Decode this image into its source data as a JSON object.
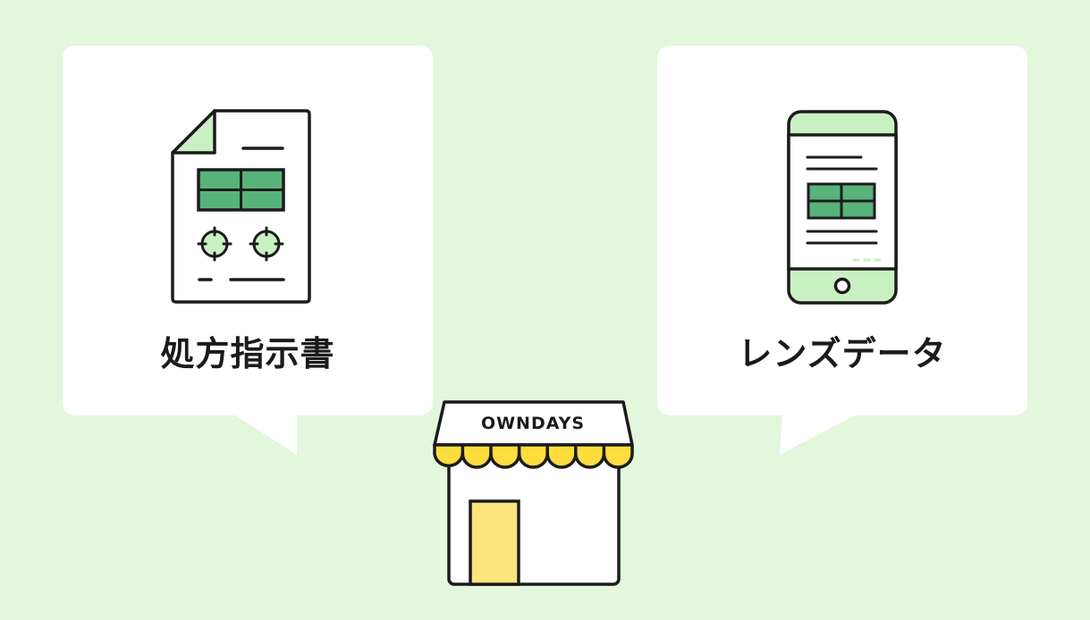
{
  "bubbles": [
    {
      "id": "prescription",
      "label": "処方指示書",
      "icon": "prescription-document-icon"
    },
    {
      "id": "lens-data",
      "label": "レンズデータ",
      "icon": "smartphone-data-icon"
    }
  ],
  "store": {
    "brand": "OWNDAYS",
    "icon": "storefront-icon"
  },
  "colors": {
    "background": "#e2f7dc",
    "bubble": "#ffffff",
    "accent_green": "#57b37a",
    "light_green": "#c9f0c2",
    "awning_yellow": "#fddc3d",
    "door_yellow": "#fde47c",
    "outline": "#1b1b1b"
  }
}
